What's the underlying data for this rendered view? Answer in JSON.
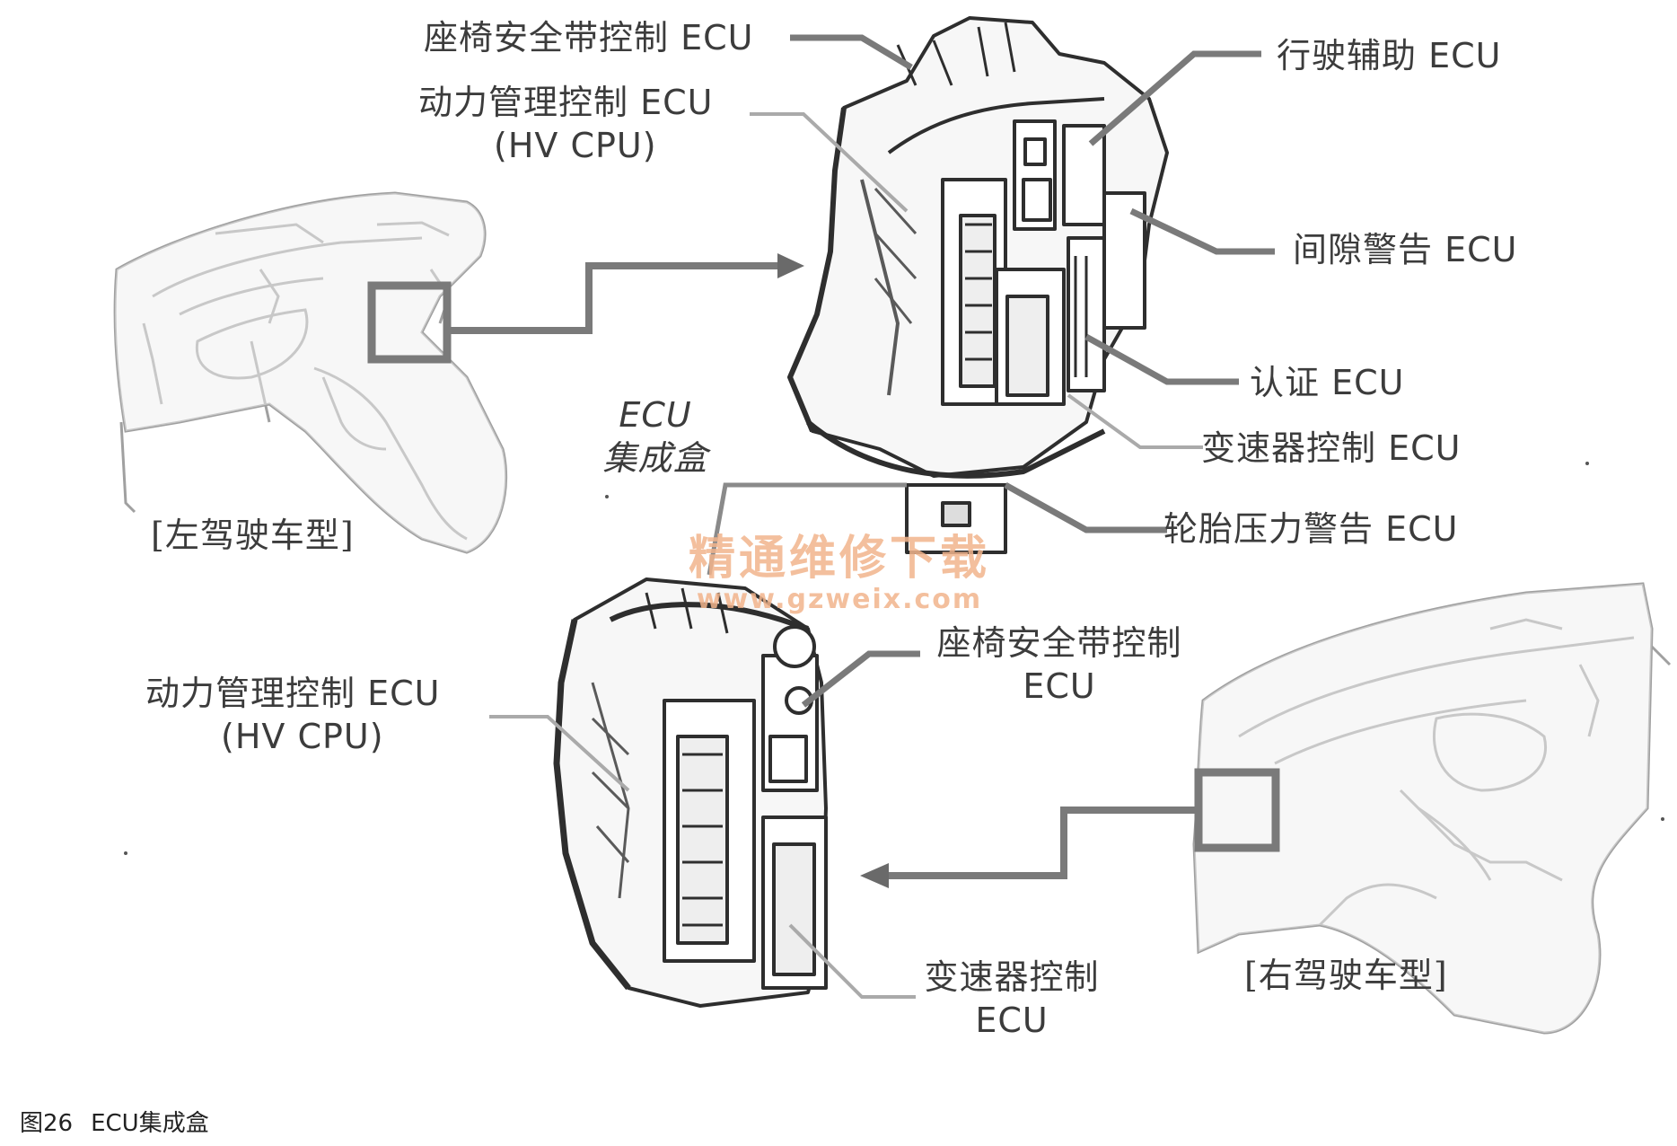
{
  "labels": {
    "seatbelt_top": "座椅安全带控制 ECU",
    "power_mgmt_top_1": "动力管理控制 ECU",
    "power_mgmt_top_2": "(HV CPU)",
    "drive_assist": "行驶辅助 ECU",
    "clearance_warning": "间隙警告 ECU",
    "certification": "认证 ECU",
    "transmission_top": "变速器控制 ECU",
    "tire_pressure": "轮胎压力警告 ECU",
    "ecu_box_1": "ECU",
    "ecu_box_2": "集成盒",
    "lhd": "[左驾驶车型]",
    "seatbelt_bottom_1": "座椅安全带控制",
    "seatbelt_bottom_2": "ECU",
    "power_mgmt_bottom_1": "动力管理控制 ECU",
    "power_mgmt_bottom_2": "(HV CPU)",
    "transmission_bottom_1": "变速器控制",
    "transmission_bottom_2": "ECU",
    "rhd": "[右驾驶车型]"
  },
  "watermark": {
    "line1": "精通维修下载",
    "line2": "www.gzweix.com"
  },
  "caption": {
    "number": "图26",
    "title": "ECU集成盒"
  },
  "colors": {
    "line": "#7a7a7a",
    "sketch": "#9a9a9a",
    "dark": "#2e2e2e",
    "watermark": "#f2b48c"
  }
}
